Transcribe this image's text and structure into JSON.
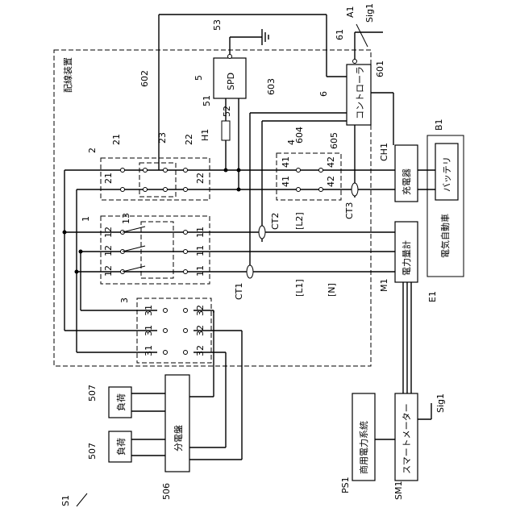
{
  "figure": {
    "label_s1": "S1",
    "label_a1": "A1",
    "wiring_device": "配線装置",
    "label_sig1_top": "Sig1",
    "label_sig1_bottom": "Sig1"
  },
  "blocks": {
    "spd": {
      "ref": "5",
      "text": "SPD",
      "terminal_top": "53",
      "terminal_left": "51",
      "terminal_right": "52"
    },
    "controller": {
      "ref": "6",
      "text": "コントローラ",
      "terminal": "61"
    },
    "charger": {
      "ref": "CH1",
      "text": "充電器"
    },
    "battery": {
      "ref": "B1",
      "text": "バッテリ"
    },
    "ev": {
      "ref": "E1",
      "text": "電気自動車"
    },
    "power_meter": {
      "ref": "M1",
      "text": "電力量計"
    },
    "smart_meter": {
      "ref": "SM1",
      "text": "スマートメーター"
    },
    "grid": {
      "ref": "PS1",
      "text": "商用電力系統"
    },
    "distribution_board": {
      "ref": "506",
      "text": "分電盤"
    },
    "load_1": {
      "ref": "507",
      "text": "負荷"
    },
    "load_2": {
      "ref": "507",
      "text": "負荷"
    }
  },
  "labels": {
    "wire_602": "602",
    "wire_603": "603",
    "wire_604": "604",
    "wire_605": "605",
    "wire_601": "601",
    "h1": "H1",
    "ct1": "CT1",
    "ct2": "CT2",
    "ct3": "CT3",
    "l1": "[L1]",
    "l2": "[L2]",
    "n": "[N]",
    "sw2": "2",
    "sw21": "21",
    "sw22": "22",
    "sw23": "23",
    "sw4": "4",
    "sw41": "41",
    "sw42": "42",
    "sw1": "1",
    "sw11": "11",
    "sw12": "12",
    "sw13": "13",
    "sw3": "3",
    "sw31": "31",
    "sw32": "32"
  }
}
